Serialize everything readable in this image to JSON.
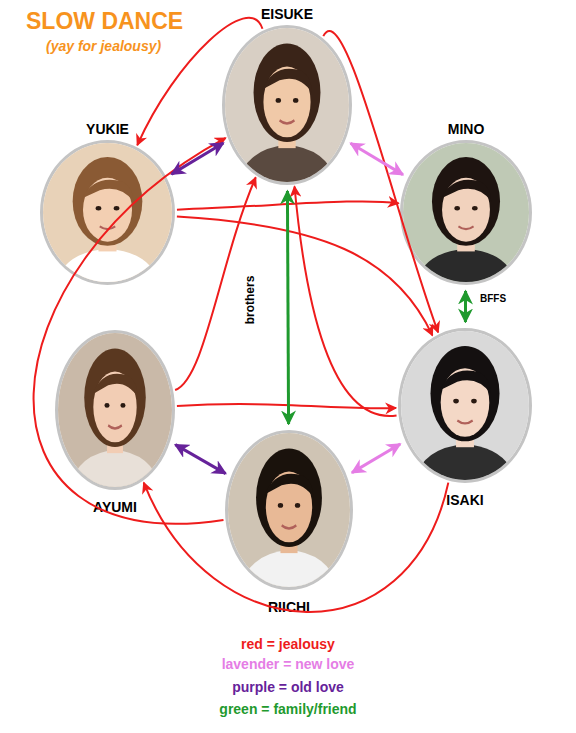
{
  "diagram": {
    "title": "SLOW DANCE",
    "nodes": [
      {
        "text": [
          "EISUKE"
        ]
      },
      {
        "text": [
          "YUKIE"
        ]
      },
      {
        "text": [
          "MINO"
        ]
      },
      {
        "text": [
          "AYUMI"
        ]
      },
      {
        "text": [
          "ISAKI"
        ]
      },
      {
        "text": [
          "RIICHI"
        ]
      }
    ],
    "edges": [
      {
        "from": 0,
        "to": 1,
        "arrow": "to"
      },
      {
        "from": 1,
        "to": 2,
        "arrow": "to"
      },
      {
        "from": 1,
        "to": 4,
        "arrow": "to"
      },
      {
        "from": 0,
        "to": 4,
        "arrow": "to"
      },
      {
        "from": 3,
        "to": 4,
        "arrow": "to"
      },
      {
        "from": 3,
        "to": 0,
        "arrow": "to"
      },
      {
        "from": 5,
        "to": 0,
        "arrow": "to"
      },
      {
        "from": 4,
        "to": 0,
        "arrow": "to"
      },
      {
        "from": 4,
        "to": 3,
        "arrow": "to"
      },
      {
        "from": 1,
        "to": 0,
        "arrow": "both"
      },
      {
        "from": 3,
        "to": 5,
        "arrow": "both"
      },
      {
        "from": 0,
        "to": 2,
        "arrow": "both"
      },
      {
        "from": 5,
        "to": 4,
        "arrow": "both"
      },
      {
        "from": 2,
        "to": 4,
        "label": "BFFS",
        "arrow": "both"
      },
      {
        "from": 0,
        "to": 5,
        "label": "brothers",
        "arrow": "both"
      }
    ],
    "labels": [
      "(yay for jealousy)"
    ],
    "legend": [
      {
        "text": "red = jealousy",
        "color": "#ee1c1c"
      },
      {
        "text": "lavender = new love",
        "color": "#e57de5"
      },
      {
        "text": "purple = old love",
        "color": "#66229a"
      },
      {
        "text": "green = family/friend",
        "color": "#1f9a2e"
      }
    ]
  }
}
